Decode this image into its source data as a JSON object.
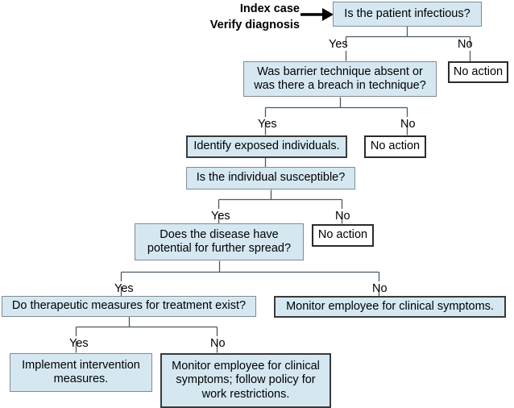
{
  "diagram": {
    "title_caption": {
      "line1": "Index case",
      "line2": "Verify diagnosis"
    },
    "colors": {
      "question_fill": "#d5e8f2",
      "question_border": "#7f8c91",
      "action_fill": "#d5e8f2",
      "action_border": "#3a3a3a",
      "terminal_fill": "#ffffff",
      "terminal_border": "#2b2b2b",
      "line": "#4a5a63",
      "text": "#000000"
    },
    "nodes": [
      {
        "id": "q1",
        "kind": "question",
        "text": "Is the patient infectious?"
      },
      {
        "id": "t1",
        "kind": "terminal",
        "text": "No action"
      },
      {
        "id": "q2",
        "kind": "question",
        "text": "Was barrier technique absent or was there a breach in technique?"
      },
      {
        "id": "t2",
        "kind": "terminal",
        "text": "No action"
      },
      {
        "id": "a1",
        "kind": "action",
        "text": "Identify exposed individuals."
      },
      {
        "id": "q3",
        "kind": "question",
        "text": "Is the individual susceptible?"
      },
      {
        "id": "t3",
        "kind": "terminal",
        "text": "No action"
      },
      {
        "id": "q4",
        "kind": "question",
        "text": "Does the disease have potential for further spread?"
      },
      {
        "id": "q5",
        "kind": "question",
        "text": "Do therapeutic measures for treatment exist?"
      },
      {
        "id": "a2",
        "kind": "action",
        "text": "Monitor employee for clinical symptoms."
      },
      {
        "id": "a3",
        "kind": "question",
        "text": "Implement intervention measures."
      },
      {
        "id": "a4",
        "kind": "action",
        "text": "Monitor employee for clinical symptoms; follow policy for work restrictions."
      }
    ],
    "branch_labels": {
      "yes1": "Yes",
      "no1": "No",
      "yes2": "Yes",
      "no2": "No",
      "yes3": "Yes",
      "no3": "No",
      "yes4": "Yes",
      "no4": "No",
      "yes5": "Yes",
      "no5": "No"
    }
  }
}
